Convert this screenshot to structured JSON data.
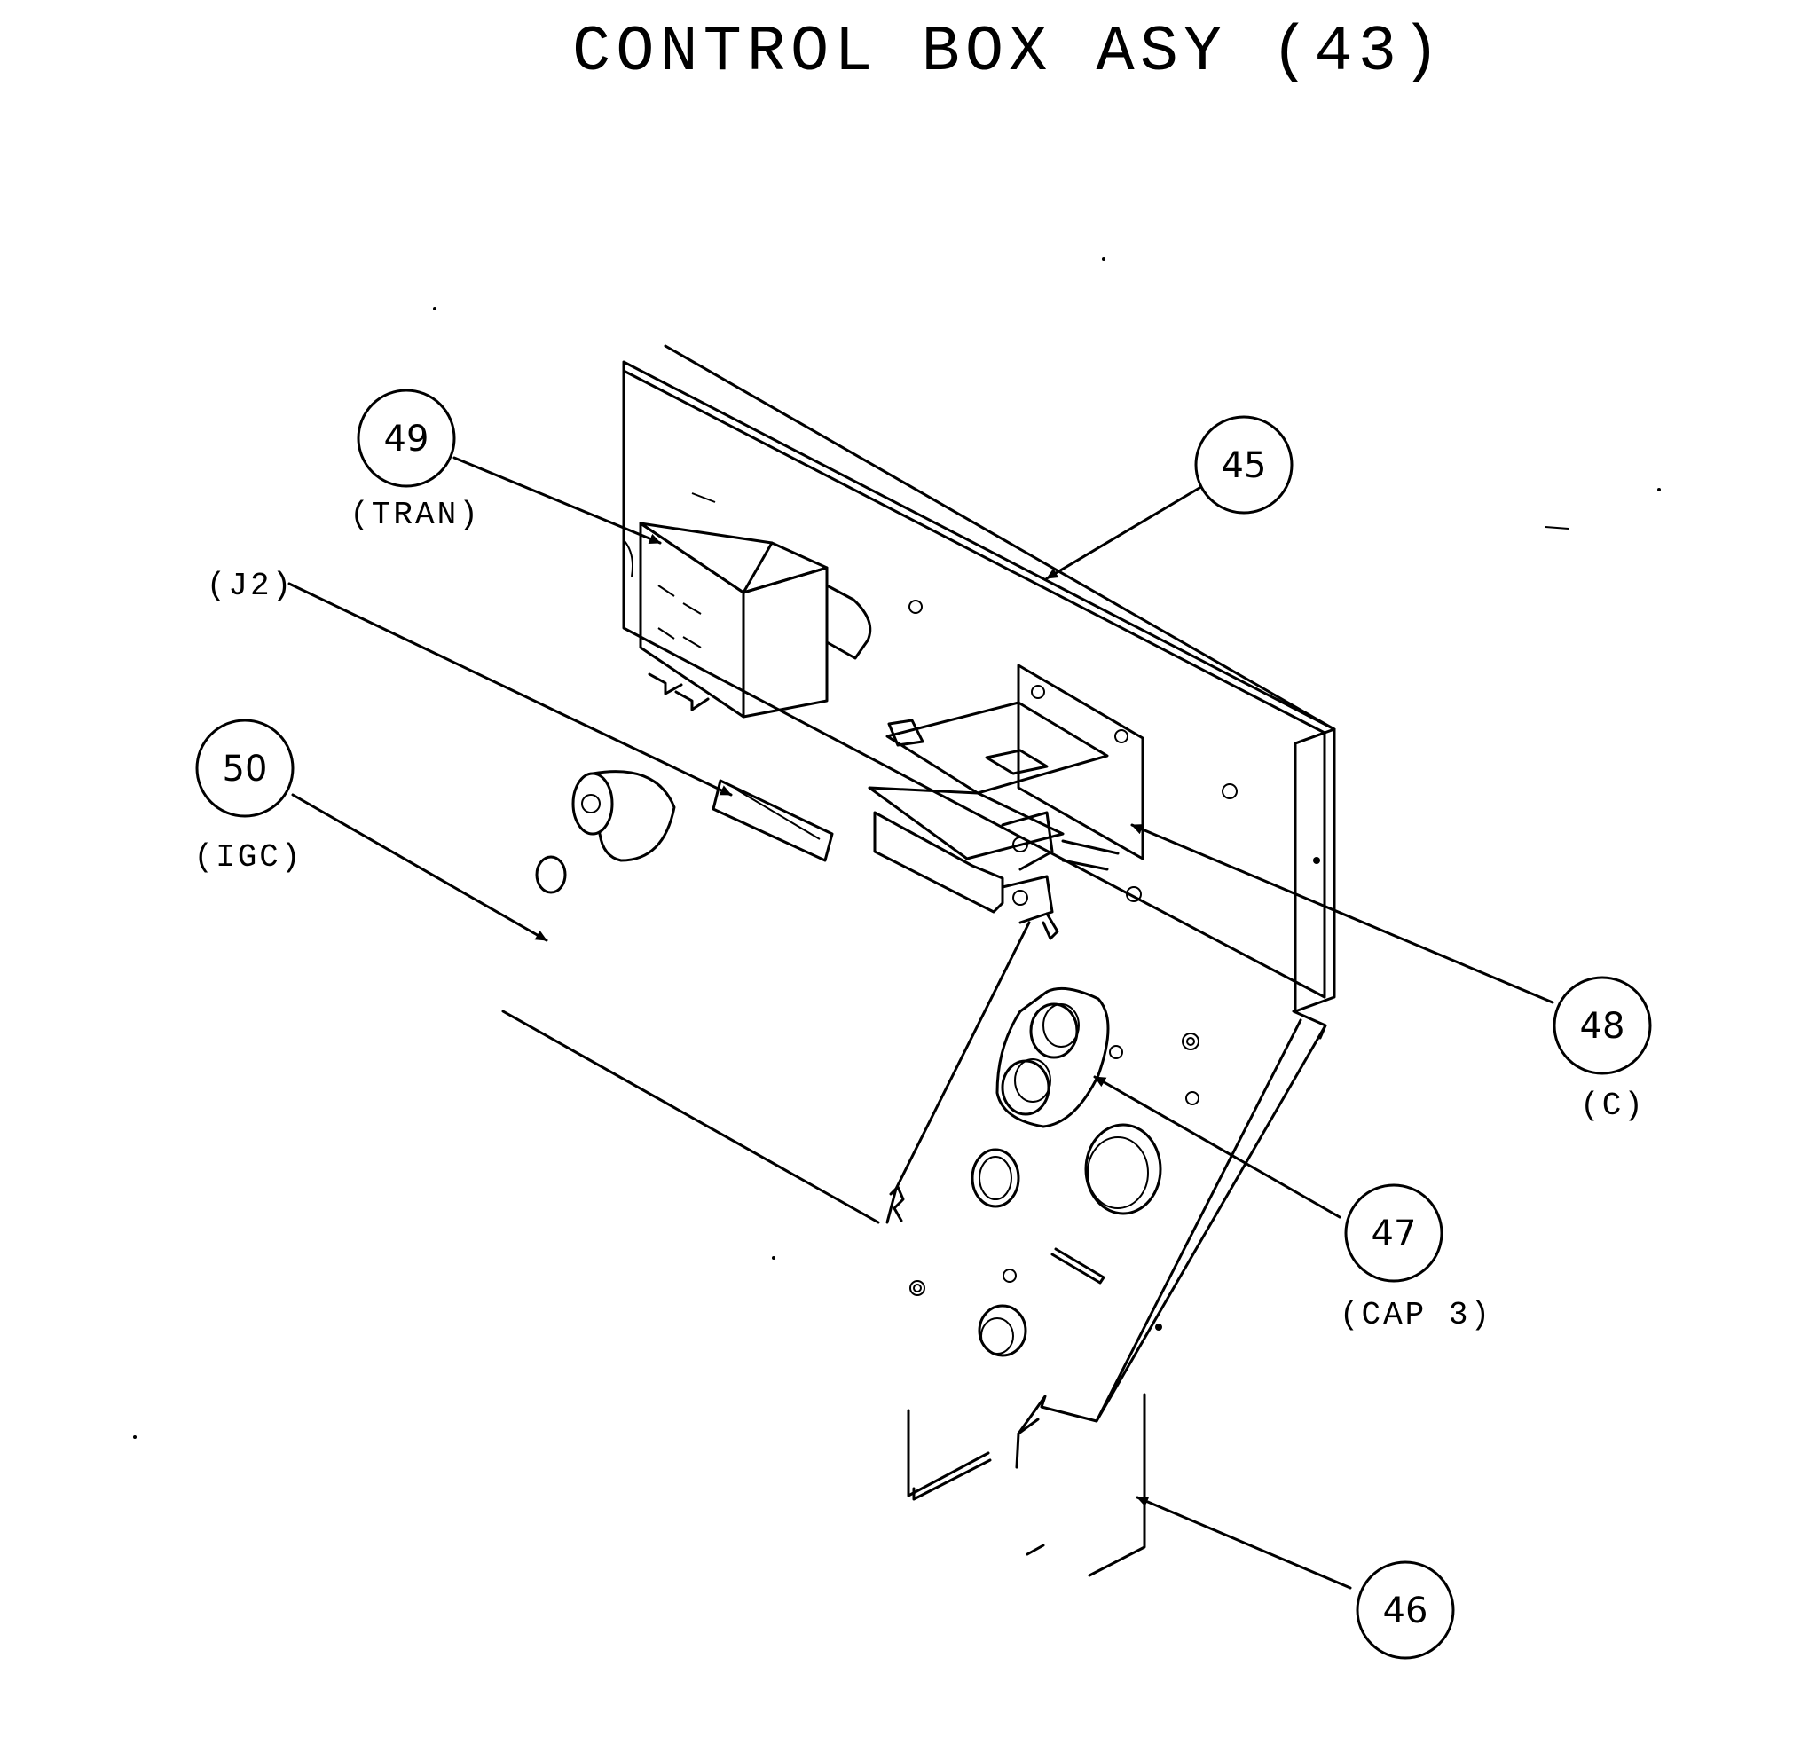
{
  "title": "CONTROL BOX ASY (43)",
  "callouts": [
    {
      "id": "49",
      "sub": "(TRAN)"
    },
    {
      "id": "45",
      "sub": ""
    },
    {
      "id": "50",
      "sub": "(IGC)"
    },
    {
      "id": "48",
      "sub": "(C)"
    },
    {
      "id": "47",
      "sub": "(CAP 3)"
    },
    {
      "id": "46",
      "sub": ""
    }
  ],
  "labels": {
    "j2": "(J2)"
  }
}
